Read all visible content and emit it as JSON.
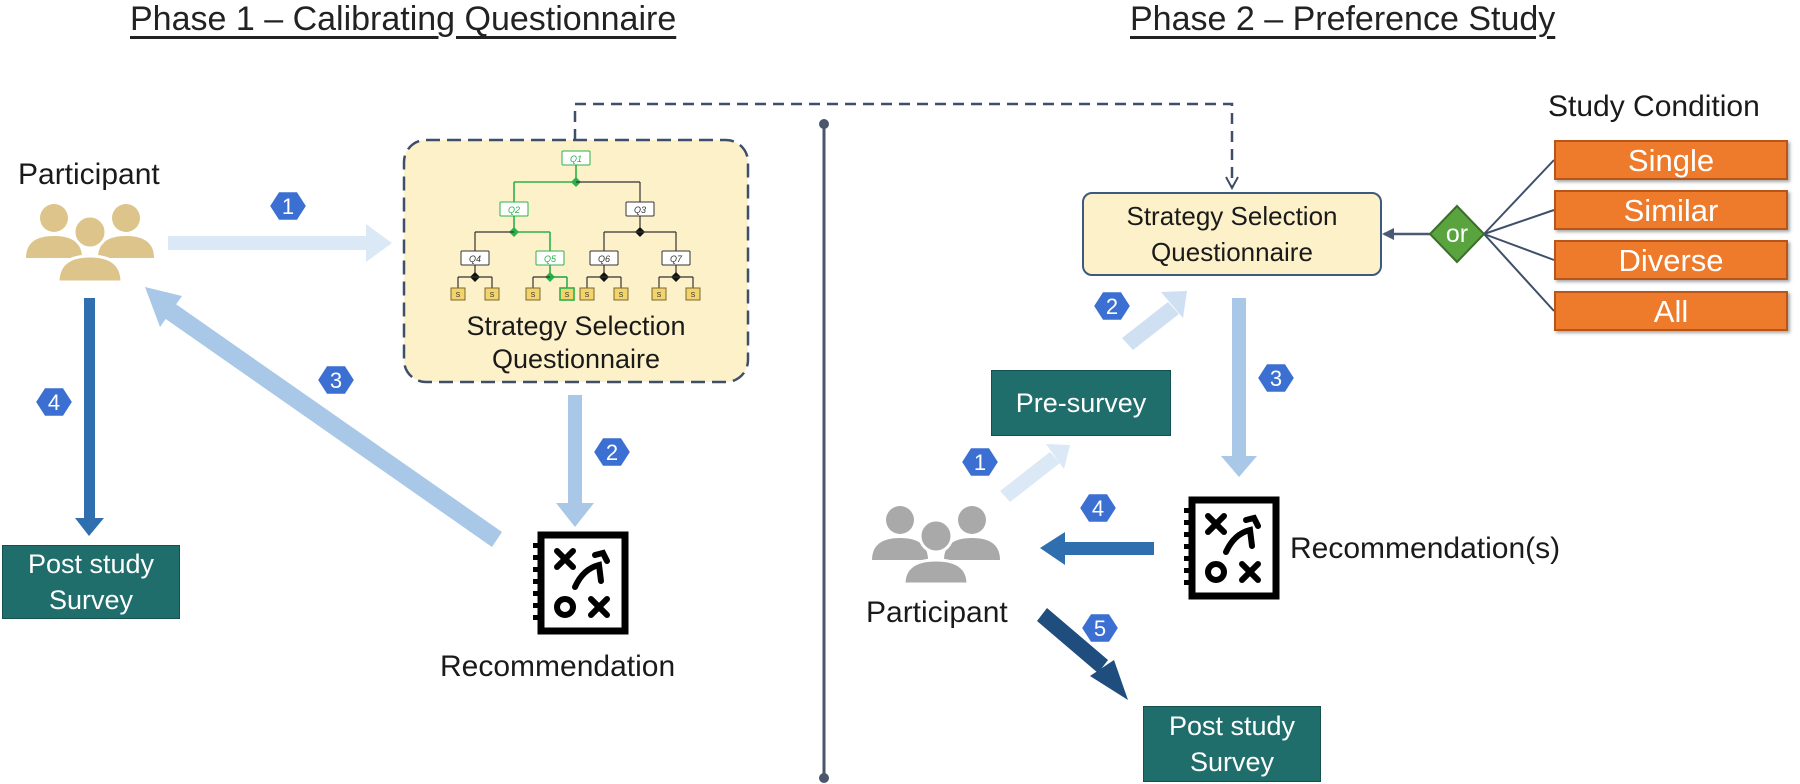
{
  "phase1": {
    "title": "Phase 1 – Calibrating Questionnaire",
    "participant": "Participant",
    "questionnaire_line1": "Strategy Selection",
    "questionnaire_line2": "Questionnaire",
    "recommendation": "Recommendation",
    "post_survey_line1": "Post study",
    "post_survey_line2": "Survey",
    "steps": [
      "1",
      "2",
      "3",
      "4"
    ],
    "tree": {
      "root": "Q1",
      "level2": [
        "Q2",
        "Q3"
      ],
      "level3": [
        "Q4",
        "Q5",
        "Q6",
        "Q7"
      ],
      "leaf": "S"
    }
  },
  "phase2": {
    "title": "Phase 2 – Preference Study",
    "participant": "Participant",
    "questionnaire_line1": "Strategy Selection",
    "questionnaire_line2": "Questionnaire",
    "pre_survey": "Pre-survey",
    "recommendations": "Recommendation(s)",
    "post_survey_line1": "Post study",
    "post_survey_line2": "Survey",
    "steps": [
      "1",
      "2",
      "3",
      "4",
      "5"
    ],
    "or": "or",
    "study_condition": {
      "title": "Study Condition",
      "options": [
        "Single",
        "Similar",
        "Diverse",
        "All"
      ]
    }
  },
  "colors": {
    "arrow_light": "#dbe8f5",
    "arrow_mid": "#a9c8e8",
    "arrow_dark": "#2f6fb0",
    "arrow_darkest": "#1f4e7e",
    "step_badge": "#3b6fd1",
    "participant_gold": "#dcc48a",
    "participant_gray": "#a9a9a9",
    "teal": "#1f6e6c",
    "yellow": "#fdf1c9",
    "orange": "#ee7a2b",
    "diamond_green": "#5aa43f",
    "tree_green": "#2bb14a"
  }
}
